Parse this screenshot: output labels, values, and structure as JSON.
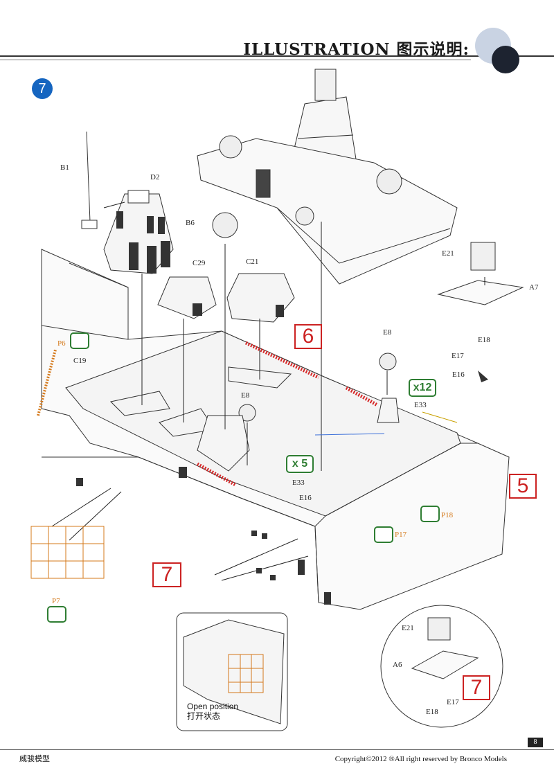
{
  "header": {
    "title": "ILLUSTRATION 图示说明:"
  },
  "step": {
    "number": "7"
  },
  "parts": {
    "B1": "B1",
    "D2": "D2",
    "B6": "B6",
    "C21": "C21",
    "C29": "C29",
    "C19": "C19",
    "P6": "P6",
    "P7": "P7",
    "E8a": "E8",
    "E8b": "E8",
    "E21a": "E21",
    "A7": "A7",
    "E17a": "E17",
    "E18a": "E18",
    "E16a": "E16",
    "E33a": "E33",
    "E33b": "E33",
    "E16b": "E16",
    "P17": "P17",
    "P18": "P18",
    "E21b": "E21",
    "A6": "A6",
    "E18b": "E18",
    "E17b": "E17"
  },
  "callouts": {
    "step6": "6",
    "step5": "5",
    "step7a": "7",
    "step7b": "7",
    "qty12": "x12",
    "qty5": "x 5"
  },
  "inset": {
    "caption_en": "Open position",
    "caption_cn": "打开状态"
  },
  "footer": {
    "brand_cn": "威骏模型",
    "copyright": "Copyright©2012  ®All right reserved by Bronco Models",
    "page": "8"
  },
  "colors": {
    "step_badge": "#1565c0",
    "callout_red": "#cc2222",
    "glue_green": "#2e7d32",
    "photo_etch": "#d4781a"
  }
}
